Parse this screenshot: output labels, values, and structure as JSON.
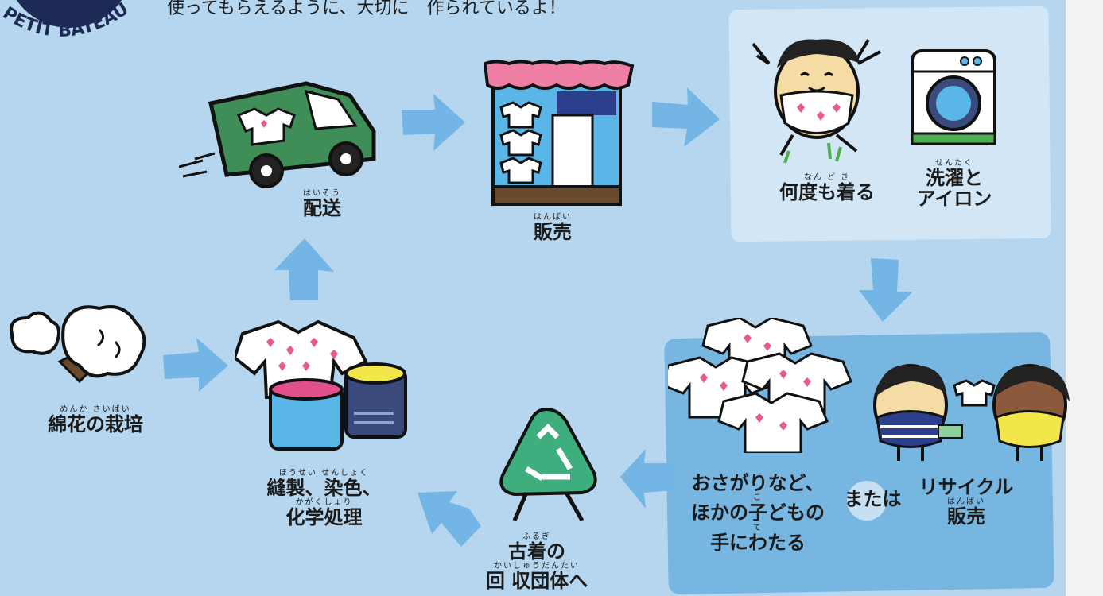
{
  "brand": "PETIT BATEAU",
  "intro_text": "使ってもらえるように、大切に　作られているよ！",
  "steps": {
    "cotton": {
      "ruby": "めんか さいばい",
      "label": "綿花の栽培"
    },
    "sewing": {
      "ruby": "ほうせい せんしょく",
      "label": "縫製、染色、",
      "ruby2": "かがくしょり",
      "label2": "化学処理"
    },
    "delivery": {
      "ruby": "はいそう",
      "label": "配送"
    },
    "sales": {
      "ruby": "はんばい",
      "label": "販売"
    },
    "wear": {
      "ruby": "なん ど き",
      "label": "何度も着る"
    },
    "wash": {
      "ruby": "せんたく",
      "label": "洗濯と",
      "label2": "アイロン"
    },
    "handdown": {
      "line1": "おさがりなど、",
      "ruby2": "こ",
      "line2": "ほかの子どもの",
      "ruby3": "て",
      "line3": "手にわたる"
    },
    "or": "または",
    "resale": {
      "line1": "リサイクル",
      "ruby": "はんばい",
      "line2": "販売"
    },
    "collection": {
      "ruby": "ふるぎ",
      "label": "古着の",
      "ruby2": "かいしゅうだんたい",
      "label2": "回 収団体へ"
    }
  },
  "colors": {
    "background": "#b5d6ee",
    "arrow": "#73b5e5",
    "panel_light": "#d3e6f6",
    "panel_dark": "#78b6e2",
    "heart": "#e85a8a",
    "truck": "#3f8e58",
    "recycle": "#3fae7f"
  }
}
